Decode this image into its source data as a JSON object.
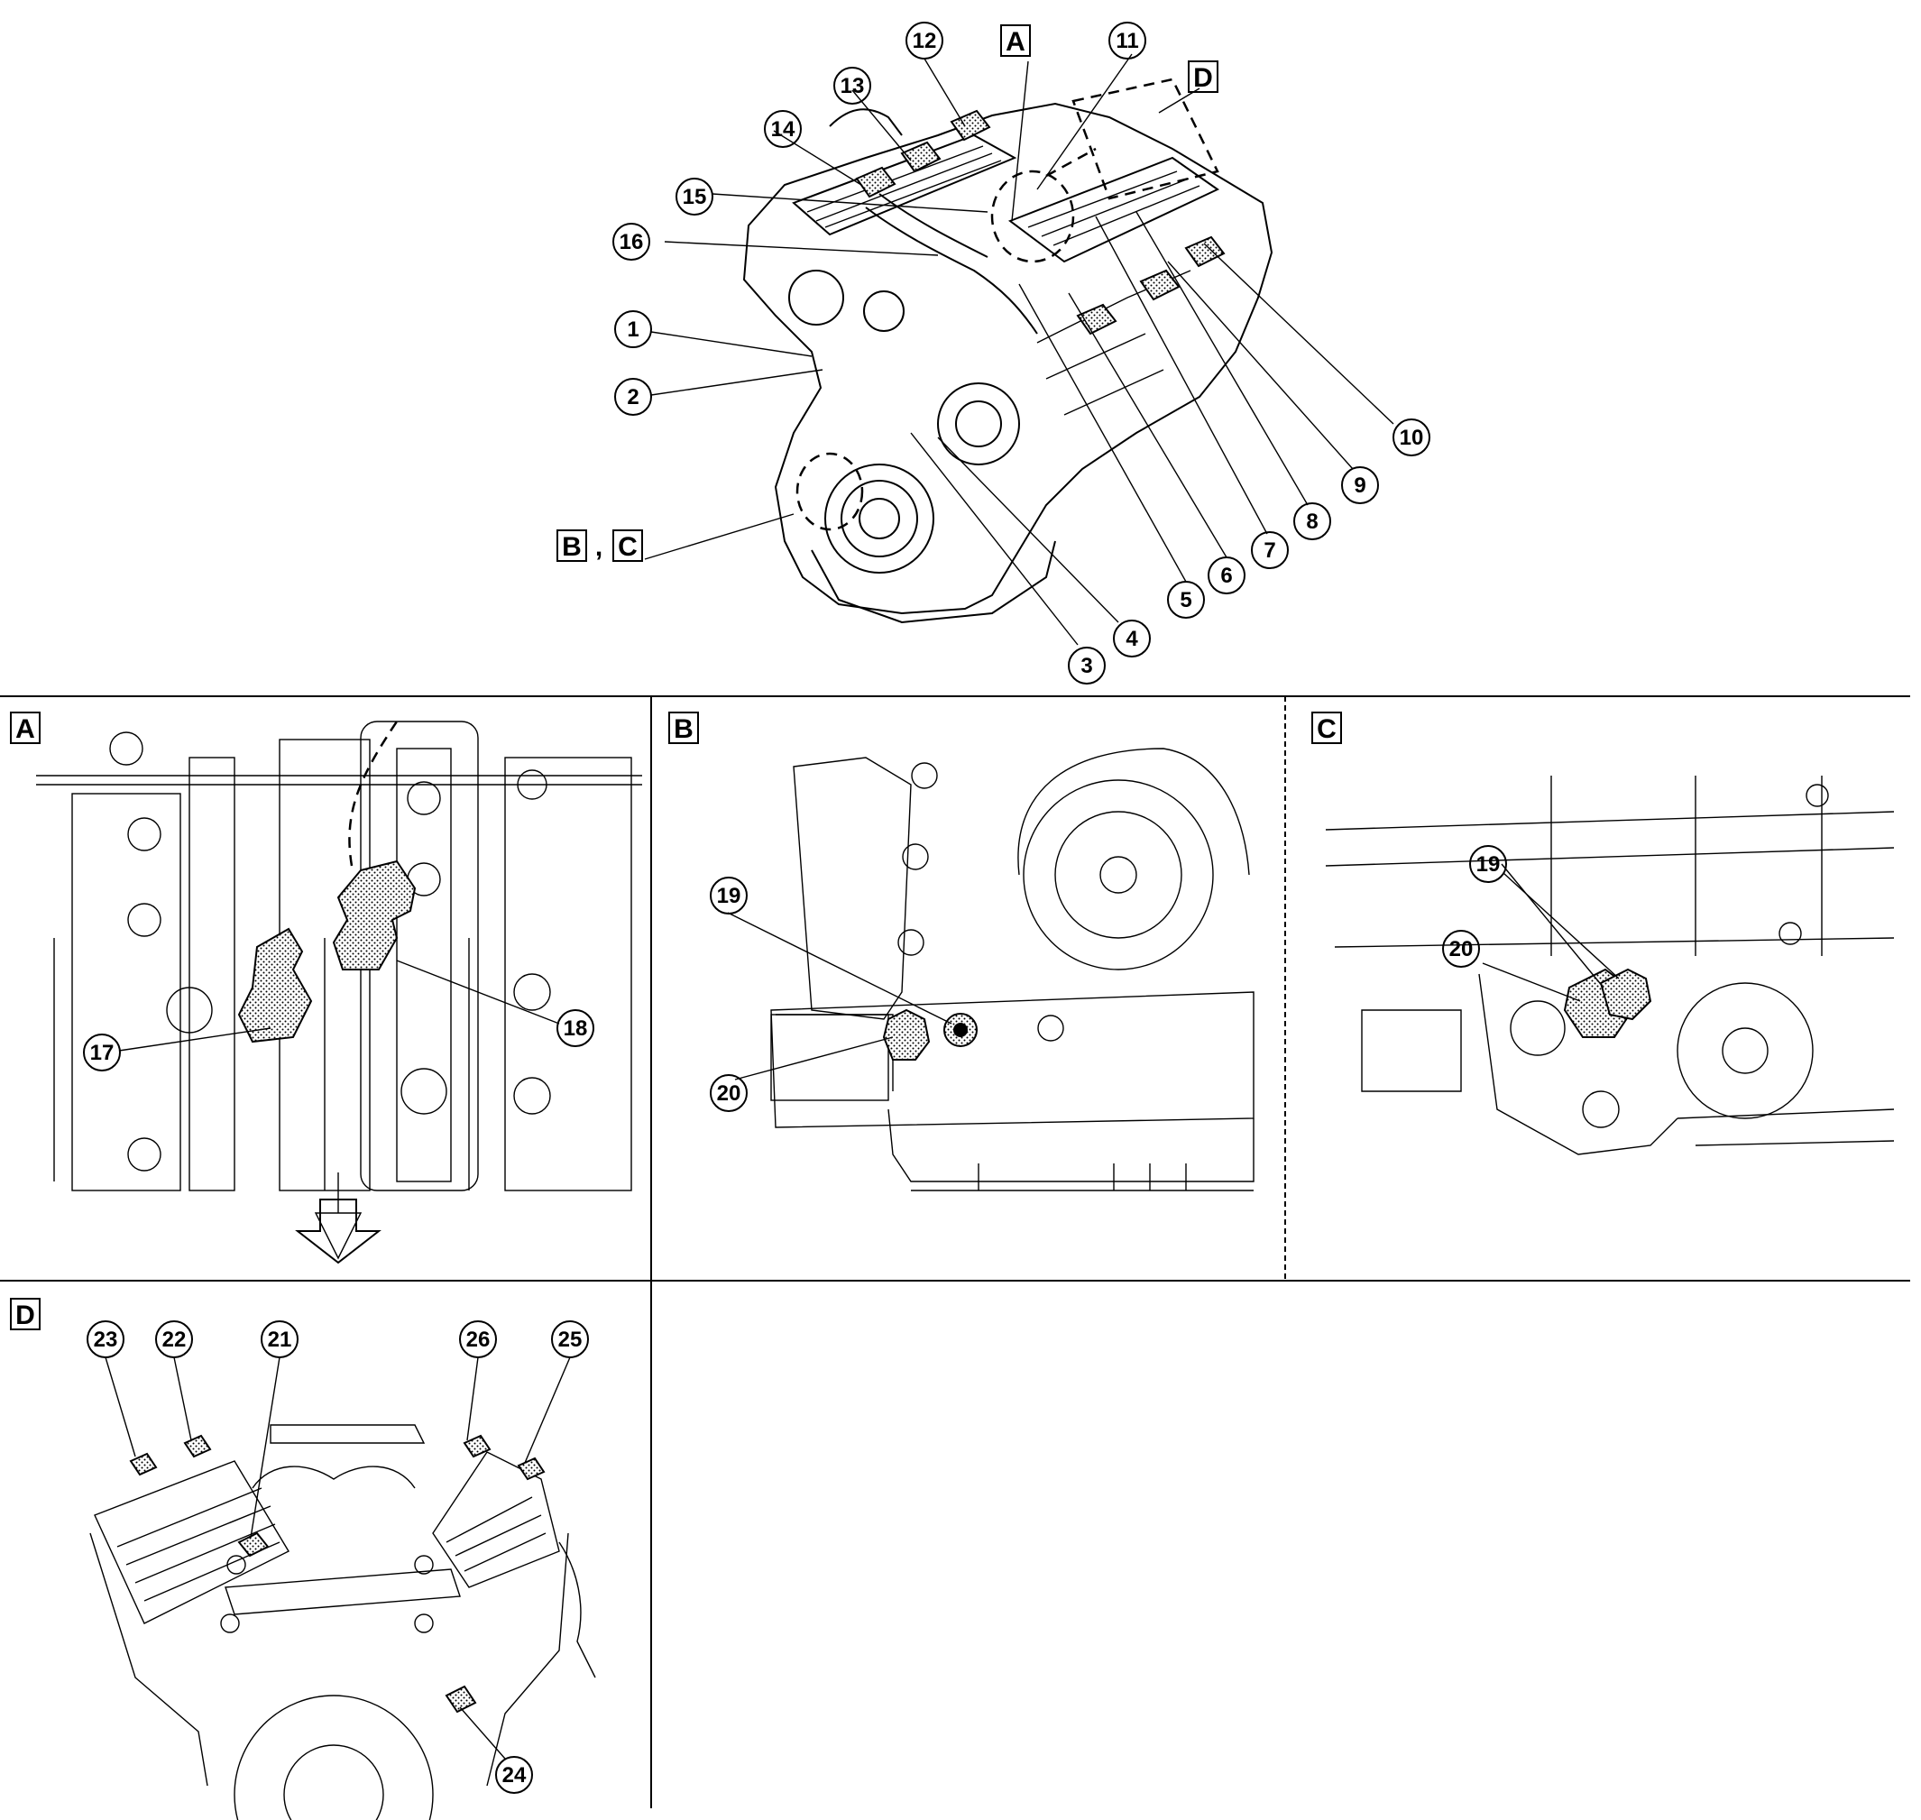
{
  "overview": {
    "callouts": [
      "1",
      "2",
      "3",
      "4",
      "5",
      "6",
      "7",
      "8",
      "9",
      "10",
      "11",
      "12",
      "13",
      "14",
      "15",
      "16"
    ],
    "view_refs": [
      "A",
      "D",
      "B",
      "C"
    ],
    "view_ref_separator": ","
  },
  "panels": {
    "A": {
      "label": "A",
      "callouts": [
        "17",
        "18"
      ]
    },
    "B": {
      "label": "B",
      "callouts": [
        "19",
        "20"
      ]
    },
    "C": {
      "label": "C",
      "callouts": [
        "19",
        "20"
      ]
    },
    "D": {
      "label": "D",
      "callouts": [
        "23",
        "22",
        "21",
        "26",
        "25",
        "24"
      ]
    }
  }
}
